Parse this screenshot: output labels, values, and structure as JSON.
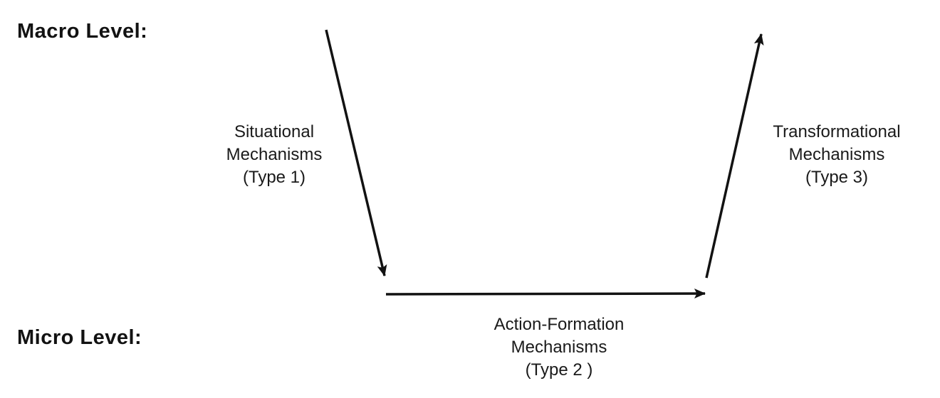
{
  "diagram": {
    "levels": {
      "macro": "Macro Level:",
      "micro": "Micro Level:"
    },
    "mechanisms": {
      "situational": {
        "line1": "Situational",
        "line2": "Mechanisms",
        "line3": "(Type 1)"
      },
      "action_formation": {
        "line1": "Action-Formation",
        "line2": "Mechanisms",
        "line3": "(Type 2 )"
      },
      "transformational": {
        "line1": "Transformational",
        "line2": "Mechanisms",
        "line3": "(Type 3)"
      }
    },
    "arrows": {
      "situational_direction": "macro-to-micro",
      "action_formation_direction": "micro-to-micro",
      "transformational_direction": "micro-to-macro"
    },
    "colors": {
      "ink": "#121212",
      "background": "#ffffff"
    }
  }
}
